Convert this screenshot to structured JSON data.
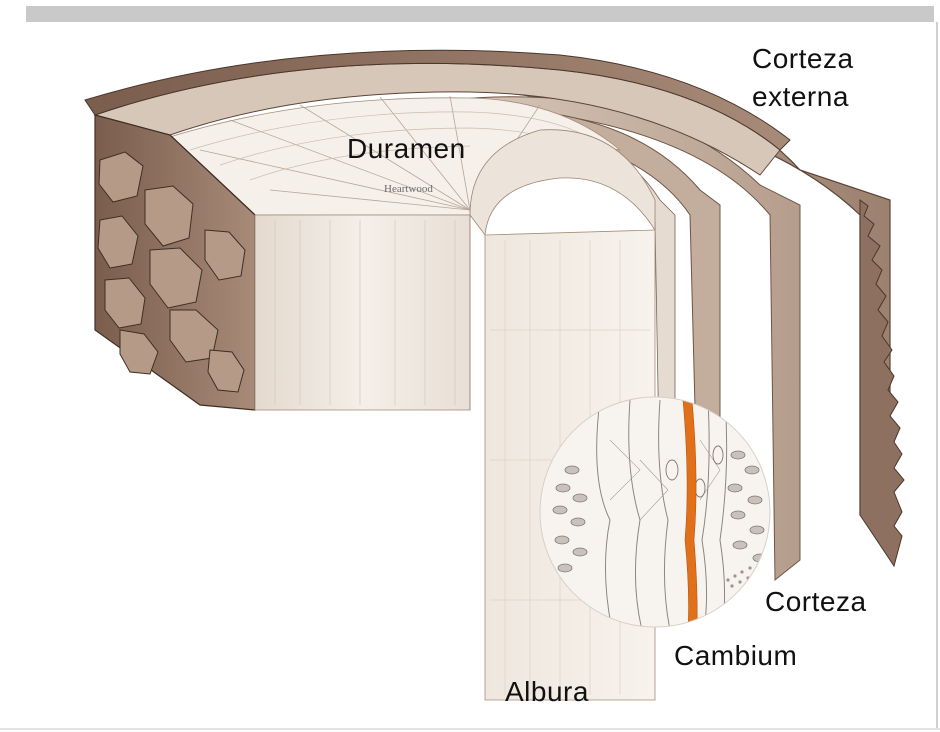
{
  "labels": {
    "corteza_externa_line1": "Corteza",
    "corteza_externa_line2": "externa",
    "duramen": "Duramen",
    "heartwood": "Heartwood",
    "corteza": "Corteza",
    "cambium": "Cambium",
    "albura": "Albura"
  },
  "colors": {
    "bark": "#8b6a55",
    "wood_light": "#f1ebe3",
    "wood_shadow": "#c9b6a6",
    "cambium": "#e0701a"
  }
}
